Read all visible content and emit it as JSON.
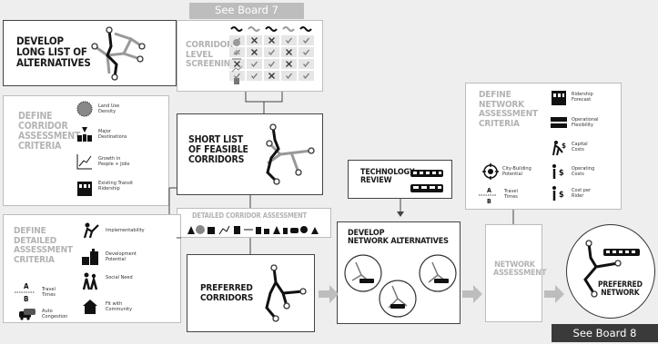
{
  "badges": {
    "top": "See Board 7",
    "bottom": "See Board 8"
  },
  "develop_long_list": {
    "title_lines": [
      "DEVELOP",
      "LONG LIST OF",
      "ALTERNATIVES"
    ]
  },
  "corridor_screening": {
    "title_lines": [
      "CORRIDOR",
      "LEVEL",
      "SCREENING"
    ]
  },
  "define_corridor": {
    "title_lines": [
      "DEFINE",
      "CORRIDOR",
      "ASSESSMENT",
      "CRITERIA"
    ],
    "items": [
      "Land Use Density",
      "Major Destinations",
      "Growth in People + Jobs",
      "Existing Transit Ridership"
    ]
  },
  "short_list": {
    "title_lines": [
      "SHORT LIST",
      "OF FEASIBLE",
      "CORRIDORS"
    ]
  },
  "technology_review": {
    "title_lines": [
      "TECHNOLOGY",
      "REVIEW"
    ]
  },
  "define_network": {
    "title_lines": [
      "DEFINE",
      "NETWORK",
      "ASSESSMENT",
      "CRITERIA"
    ],
    "items": [
      "Ridership Forecast",
      "Operational Flexibility",
      "Capital Costs",
      "City-Building Potential",
      "Operating Costs",
      "Travel Times",
      "Cost per Rider"
    ]
  },
  "detailed_assessment": {
    "title": "DETAILED CORRIDOR ASSESSMENT"
  },
  "define_detailed": {
    "title_lines": [
      "DEFINE",
      "DETAILED",
      "ASSESSMENT",
      "CRITERIA"
    ],
    "items": [
      "Implementability",
      "Development Potential",
      "Social Need",
      "Travel Times",
      "Fit with Community",
      "Auto Congestion"
    ]
  },
  "preferred_corridors": {
    "title_lines": [
      "PREFERRED",
      "CORRIDORS"
    ]
  },
  "develop_network": {
    "title_lines": [
      "DEVELOP",
      "NETWORK ALTERNATIVES"
    ]
  },
  "network_assessment": {
    "title_lines": [
      "NETWORK",
      "ASSESSMENT"
    ]
  },
  "preferred_network": {
    "title_lines": [
      "PREFERRED",
      "NETWORK"
    ]
  },
  "screening_matrix": [
    [
      "check",
      "cross",
      "cross",
      "check",
      "check"
    ],
    [
      "check",
      "cross",
      "check",
      "cross",
      "check"
    ],
    [
      "cross",
      "check",
      "check",
      "cross",
      "check"
    ],
    [
      "check",
      "check",
      "cross",
      "check",
      "check"
    ]
  ],
  "colors": {
    "dark_badge": "#3a3a3a",
    "top_badge": "#bdbdbd",
    "arrow": "#bdbdbd",
    "muted_title": "#b3b3b3"
  }
}
